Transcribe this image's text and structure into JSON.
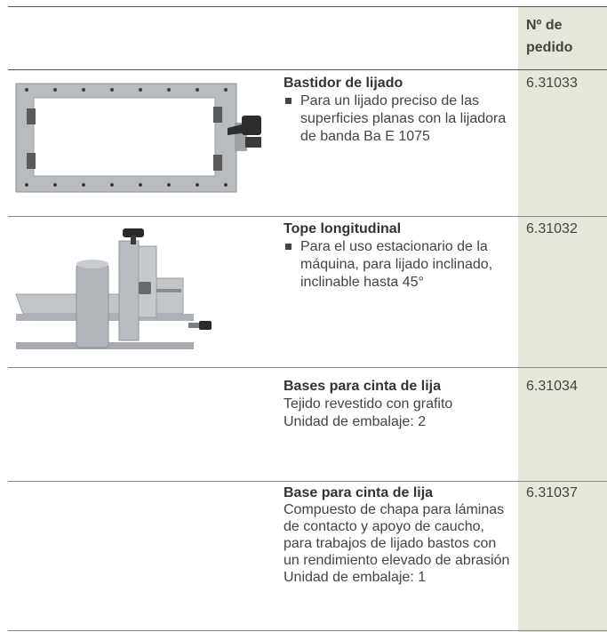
{
  "header": {
    "order_label": "Nº de pedido"
  },
  "products": [
    {
      "title": "Bastidor de lijado",
      "bullet": "Para un lijado preciso de las superficies planas con la lijadora de banda Ba E 1075",
      "code": "6.31033"
    },
    {
      "title": "Tope longitudinal",
      "bullet": "Para el uso estacionario de la máquina, para lijado inclinado, inclinable hasta 45°",
      "code": "6.31032"
    },
    {
      "title": "Bases para cinta de lija",
      "lines": [
        "Tejido revestido con grafito",
        "Unidad de embalaje: 2"
      ],
      "code": "6.31034"
    },
    {
      "title": "Base para cinta de lija",
      "lines": [
        "Compuesto de chapa para láminas de contacto y apoyo de caucho, para trabajos de lijado bastos con un rendimiento elevado de abrasión",
        "Unidad de embalaje: 1"
      ],
      "code": "6.31037"
    }
  ]
}
